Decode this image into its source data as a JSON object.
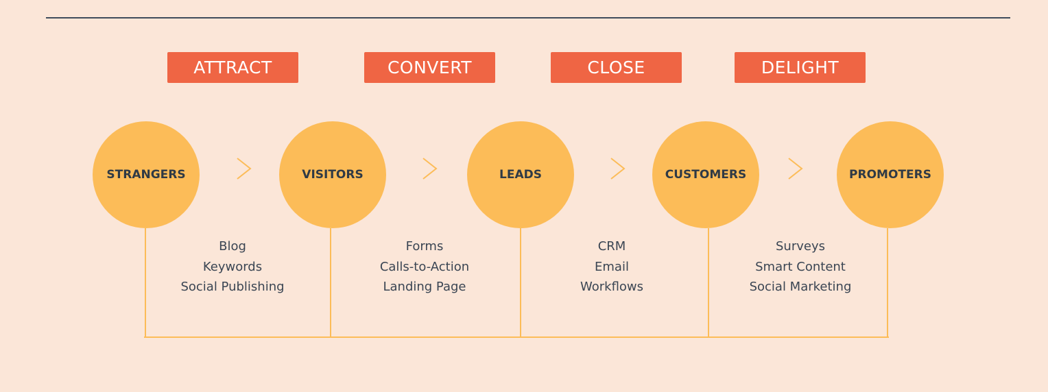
{
  "colors": {
    "background": "#fbe6d8",
    "stage_box": "#ef6544",
    "node": "#fcbc58",
    "connector": "#fcbc58",
    "rule": "#3e4b5b"
  },
  "stages": [
    "ATTRACT",
    "CONVERT",
    "CLOSE",
    "DELIGHT"
  ],
  "nodes": [
    "STRANGERS",
    "VISITORS",
    "LEADS",
    "CUSTOMERS",
    "PROMOTERS"
  ],
  "tools": [
    [
      "Blog",
      "Keywords",
      "Social Publishing"
    ],
    [
      "Forms",
      "Calls-to-Action",
      "Landing Page"
    ],
    [
      "CRM",
      "Email",
      "Workflows"
    ],
    [
      "Surveys",
      "Smart Content",
      "Social Marketing"
    ]
  ],
  "icons": {
    "arrow": "chevron-right-icon"
  }
}
